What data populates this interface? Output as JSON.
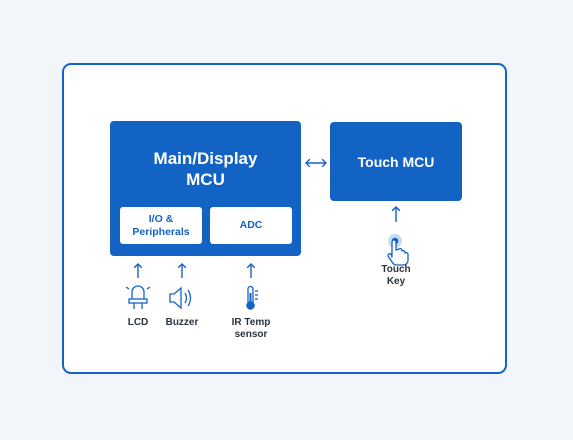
{
  "diagram": {
    "main_block": {
      "title": "Main/Display\nMCU",
      "sub_blocks": [
        "I/O &\nPeripherals",
        "ADC"
      ]
    },
    "touch_block": {
      "title": "Touch MCU"
    },
    "inputs": [
      {
        "label": "LCD",
        "icon": "lcd-led-icon"
      },
      {
        "label": "Buzzer",
        "icon": "speaker-icon"
      },
      {
        "label": "IR Temp\nsensor",
        "icon": "thermometer-icon"
      },
      {
        "label": "Touch\nKey",
        "icon": "touch-hand-icon"
      }
    ],
    "colors": {
      "primary": "#1363c5",
      "frame_bg": "#ffffff",
      "page_bg": "#f2f5f9",
      "label": "#2a3340"
    }
  }
}
